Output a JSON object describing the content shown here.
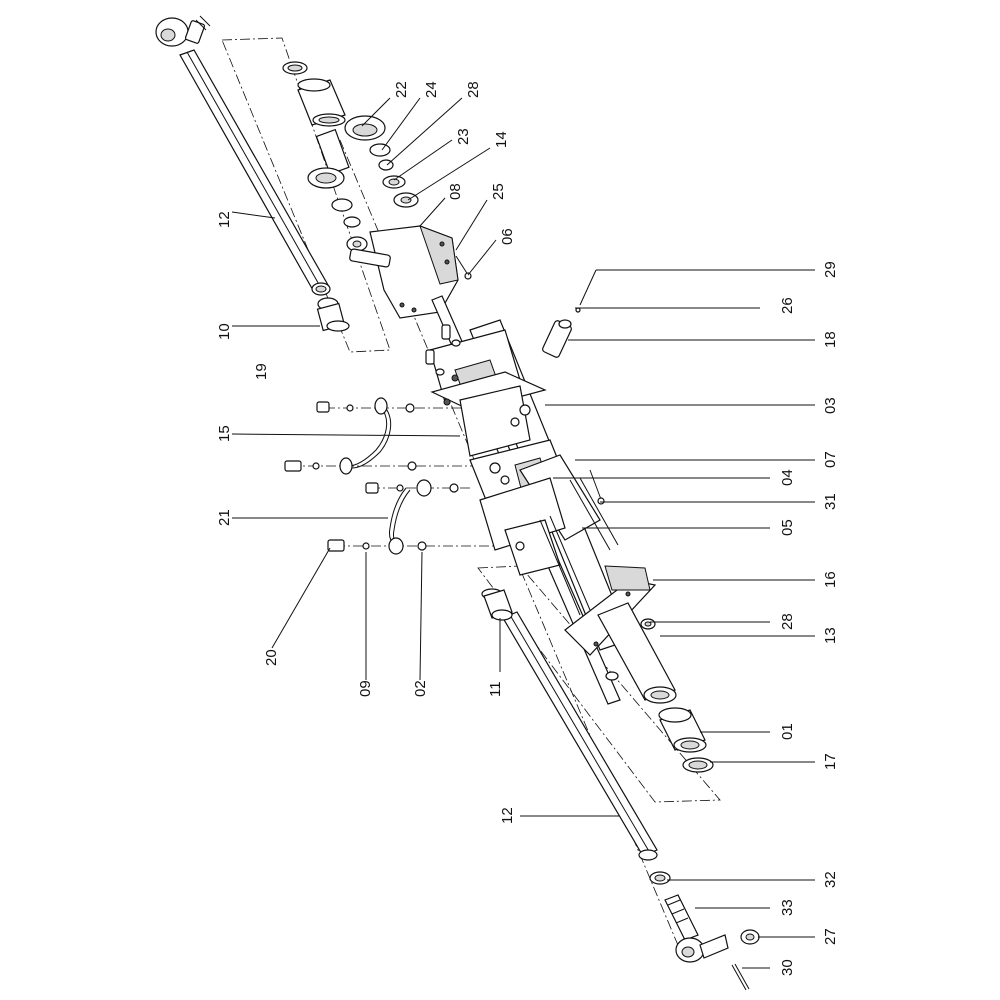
{
  "callouts": {
    "c01": "01",
    "c02": "02",
    "c03": "03",
    "c04": "04",
    "c05": "05",
    "c06": "06",
    "c07": "07",
    "c08": "08",
    "c09": "09",
    "c10": "10",
    "c11": "11",
    "c12a": "12",
    "c12b": "12",
    "c13": "13",
    "c14": "14",
    "c15": "15",
    "c16": "16",
    "c17": "17",
    "c18": "18",
    "c19": "19",
    "c20": "20",
    "c21": "21",
    "c22": "22",
    "c23": "23",
    "c24": "24",
    "c25": "25",
    "c26": "26",
    "c27": "27",
    "c28a": "28",
    "c28b": "28",
    "c29": "29",
    "c30": "30",
    "c31": "31",
    "c32": "32",
    "c33": "33"
  }
}
